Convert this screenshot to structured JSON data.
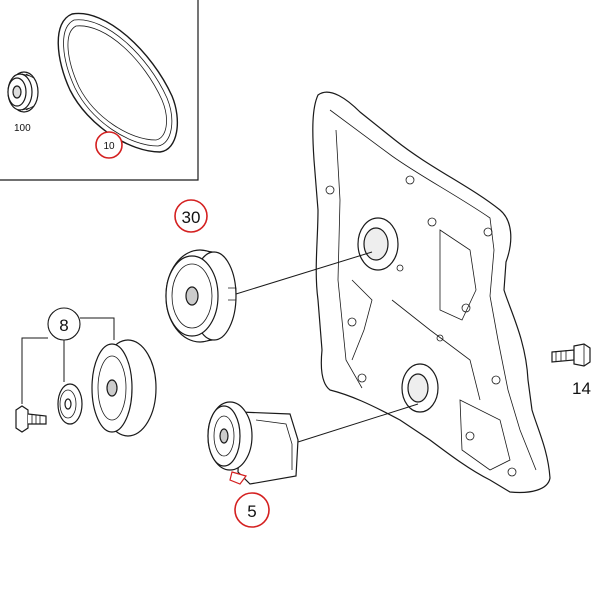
{
  "diagram": {
    "labels": {
      "idler_100": "100",
      "belt_10": "10",
      "pulley_30": "30",
      "idler_8": "8",
      "tensioner_5": "5",
      "bolt_14": "14"
    },
    "highlight_color": "#d42020",
    "line_color": "#1a1a1a"
  }
}
